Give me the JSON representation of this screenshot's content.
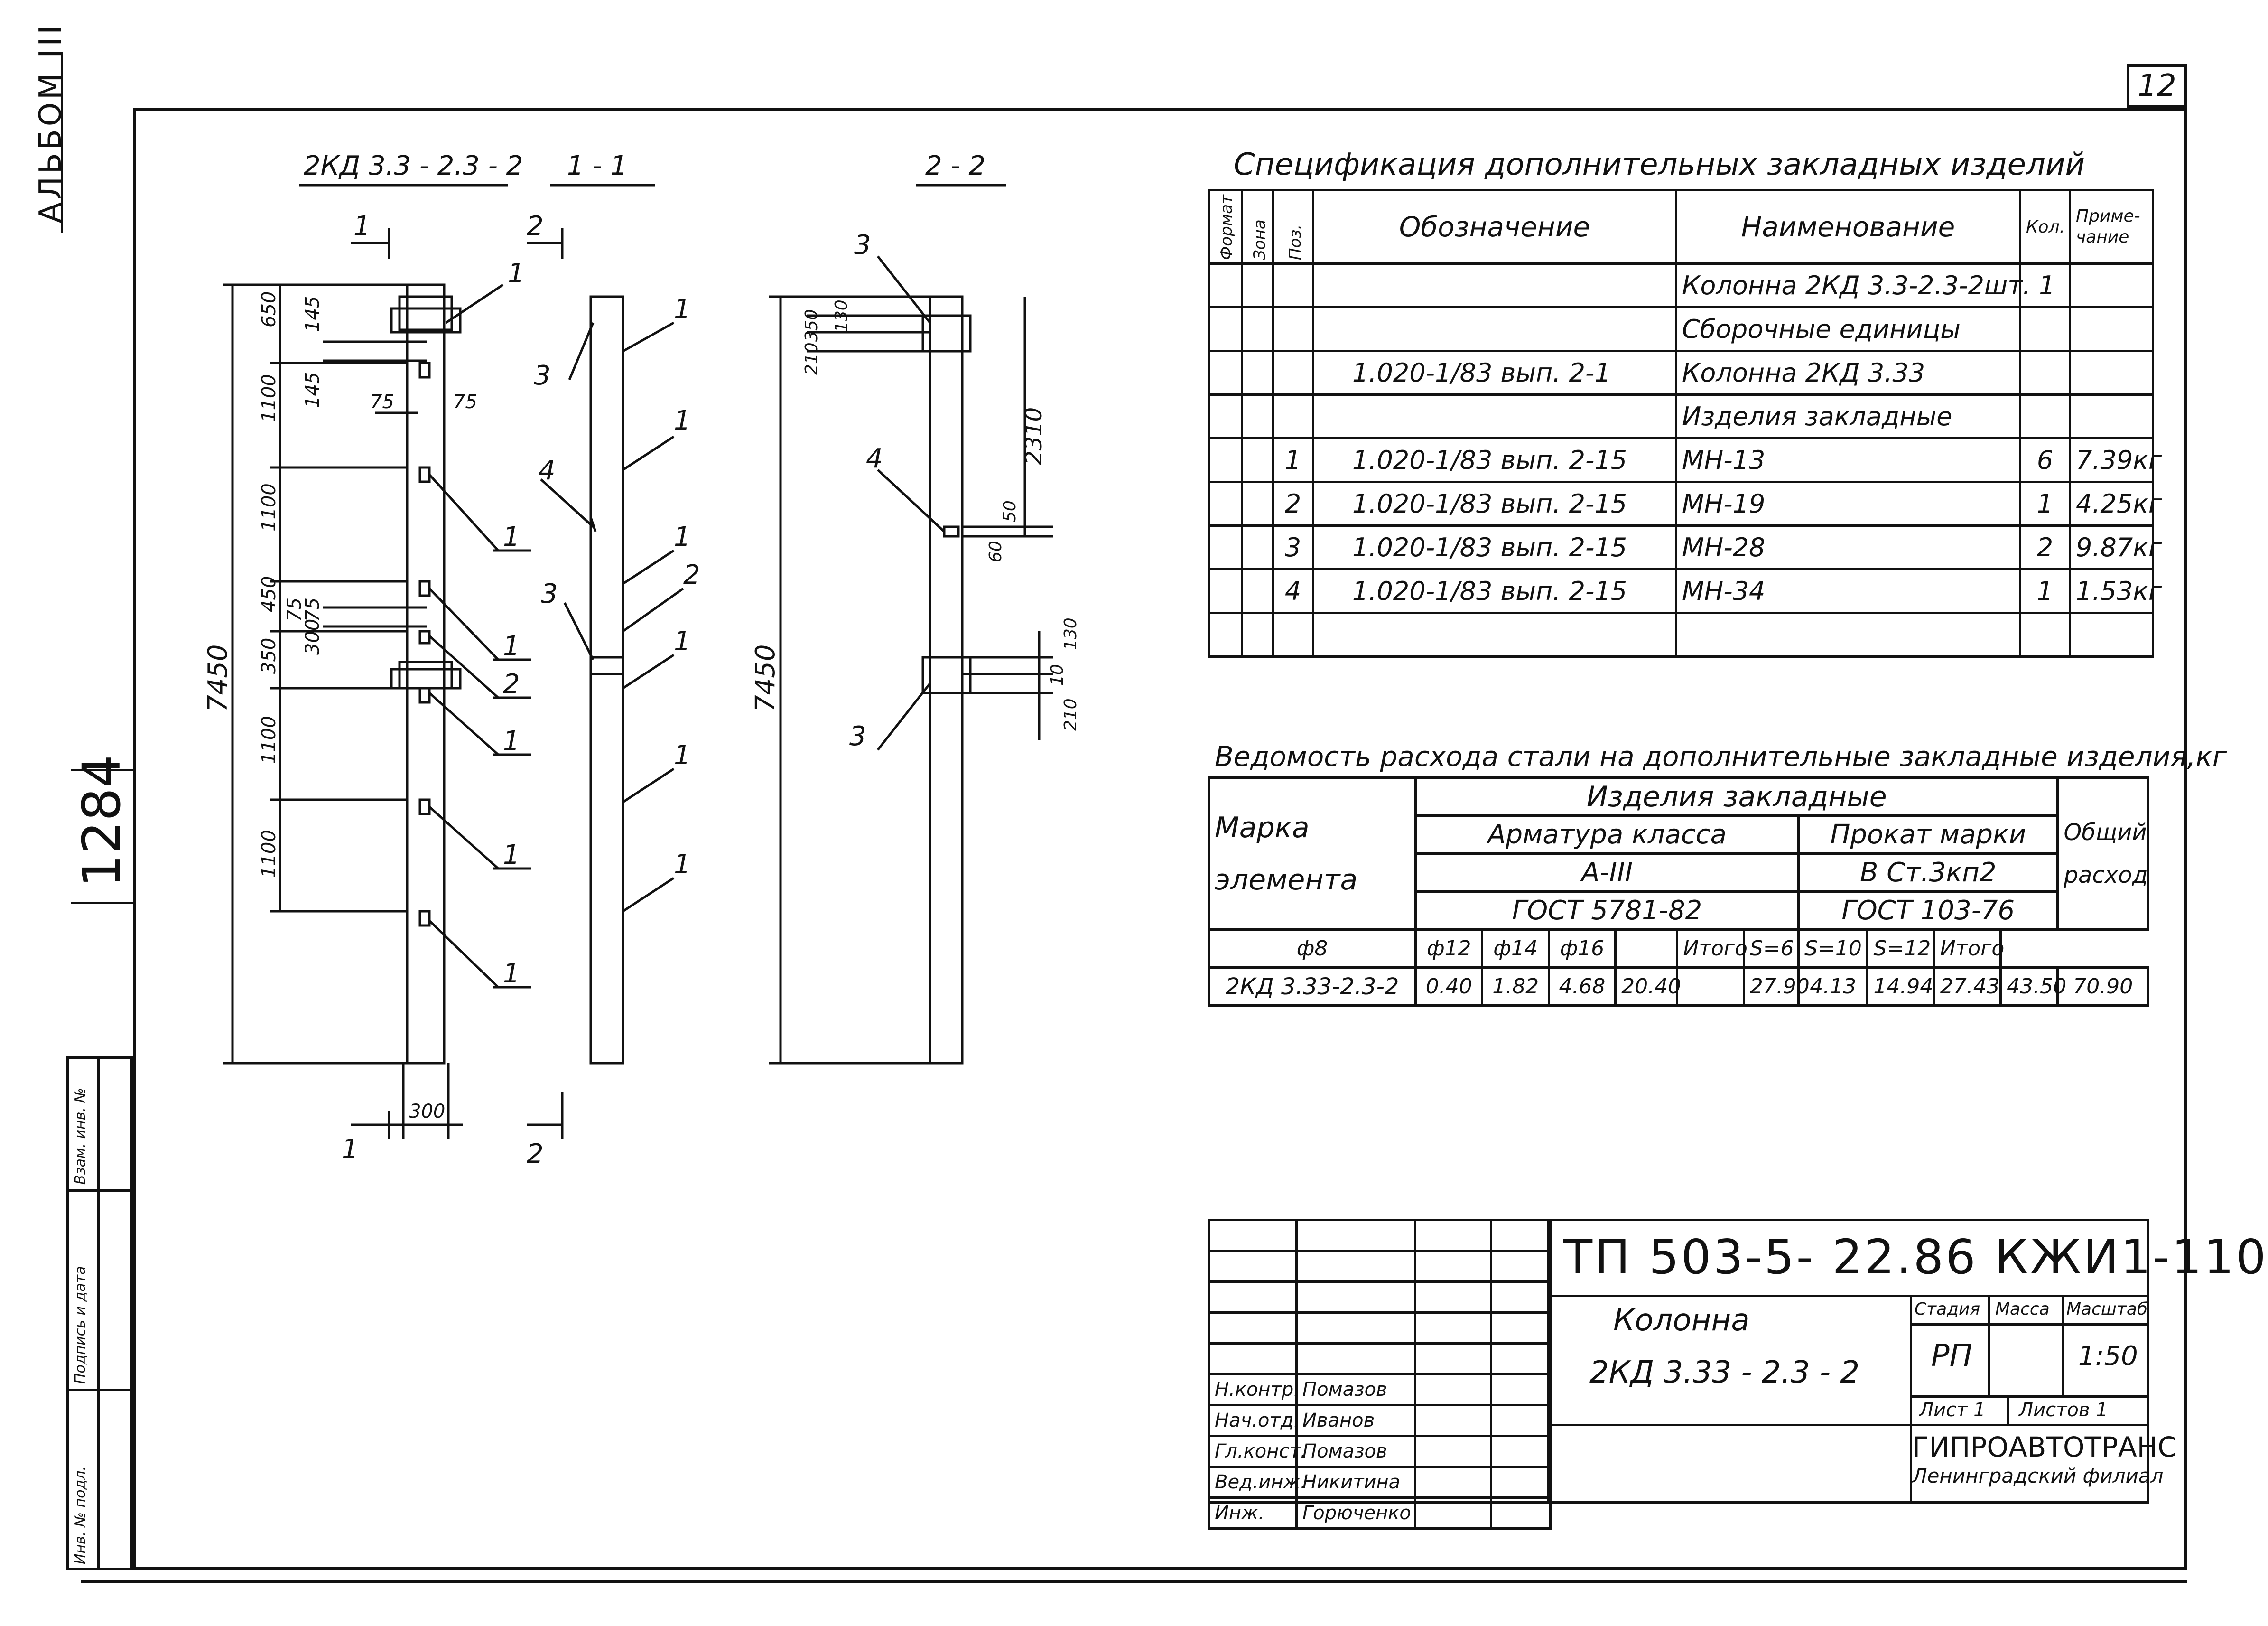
{
  "sheet": {
    "number": "12",
    "album": "АЛЬБОМ III",
    "vertical_code": "1284"
  },
  "left_strip": [
    "Инв. № подл.",
    "Подпись и дата",
    "Взам. инв. №"
  ],
  "drawings": {
    "view_main": {
      "title": "2КД 3.3 - 2.3 - 2",
      "dims_left": [
        "650",
        "1100",
        "1100",
        "450",
        "350",
        "1100",
        "1100"
      ],
      "dim_total": "7450",
      "dims_small": [
        "145",
        "145",
        "75",
        "75",
        "75",
        "300",
        "75"
      ],
      "dim_bottom": "300",
      "callouts": [
        "1",
        "1",
        "1",
        "2",
        "2",
        "1",
        "1",
        "1"
      ],
      "section_marks": [
        "1",
        "2",
        "1"
      ]
    },
    "view_1_1": {
      "title": "1 - 1",
      "callouts": [
        "1",
        "1",
        "1",
        "2",
        "1",
        "1",
        "1",
        "3",
        "4",
        "3"
      ],
      "section_mark": "2"
    },
    "view_2_2": {
      "title": "2 - 2",
      "dims": [
        "350",
        "130",
        "210",
        "2310",
        "50",
        "60",
        "130",
        "10",
        "210"
      ],
      "dim_total": "7450",
      "callouts": [
        "3",
        "4",
        "3"
      ]
    }
  },
  "spec": {
    "title": "Спецификация дополнительных закладных изделий",
    "headers": [
      "Формат",
      "Зона",
      "Поз.",
      "Обозначение",
      "Наименование",
      "Кол.",
      "Приме-\nчание"
    ],
    "rows": [
      [
        "",
        "",
        "",
        "",
        "Колонна 2КД 3.3-2.3-2шт. 1",
        "",
        ""
      ],
      [
        "",
        "",
        "",
        "",
        "Сборочные единицы",
        "",
        ""
      ],
      [
        "",
        "",
        "",
        "1.020-1/83 вып. 2-1",
        "Колонна 2КД 3.33",
        "",
        ""
      ],
      [
        "",
        "",
        "",
        "",
        "Изделия закладные",
        "",
        ""
      ],
      [
        "",
        "",
        "1",
        "1.020-1/83 вып. 2-15",
        "МН-13",
        "6",
        "7.39кг"
      ],
      [
        "",
        "",
        "2",
        "1.020-1/83 вып. 2-15",
        "МН-19",
        "1",
        "4.25кг"
      ],
      [
        "",
        "",
        "3",
        "1.020-1/83 вып. 2-15",
        "МН-28",
        "2",
        "9.87кг"
      ],
      [
        "",
        "",
        "4",
        "1.020-1/83 вып. 2-15",
        "МН-34",
        "1",
        "1.53кг"
      ],
      [
        "",
        "",
        "",
        "",
        "",
        "",
        ""
      ]
    ]
  },
  "steel": {
    "title": "Ведомость расхода стали на дополнительные закладные изделия,кг",
    "h_mark": "Марка\nэлемента",
    "h_group": "Изделия закладные",
    "h_arm": "Арматура класса",
    "h_arm_class": "А-III",
    "h_arm_gost": "ГОСТ 5781-82",
    "h_prof": "Прокат марки",
    "h_prof_grade": "В Ст.3кп2",
    "h_prof_gost": "ГОСТ 103-76",
    "h_total": "Общий\nрасход",
    "subheaders": [
      "ф8",
      "ф12",
      "ф14",
      "ф16",
      "",
      "Итого",
      "S=6",
      "S=10",
      "S=12",
      "Итого"
    ],
    "row": [
      "2КД 3.33-2.3-2",
      "0.40",
      "1.82",
      "4.68",
      "20.40",
      "",
      "27.90",
      "4.13",
      "14.94",
      "27.43",
      "43.50",
      "70.90"
    ]
  },
  "stamp": {
    "code": "ТП 503-5- 22.86 КЖИ1-110",
    "name_line1": "Колонна",
    "name_line2": "2КД 3.33 - 2.3 - 2",
    "stage_label": "Стадия",
    "mass_label": "Масса",
    "scale_label": "Масштаб",
    "stage": "РП",
    "mass": "",
    "scale": "1:50",
    "sheet_label": "Лист 1",
    "sheets_label": "Листов 1",
    "org": "ГИПРОАВТОТРАНС",
    "org_sub": "Ленинградский филиал",
    "signers": [
      {
        "role": "Н.контр.",
        "name": "Помазов"
      },
      {
        "role": "Нач.отд.",
        "name": "Иванов"
      },
      {
        "role": "Гл.конст.",
        "name": "Помазов"
      },
      {
        "role": "Вед.инж.",
        "name": "Никитина"
      },
      {
        "role": "Инж.",
        "name": "Горюченко"
      }
    ]
  }
}
